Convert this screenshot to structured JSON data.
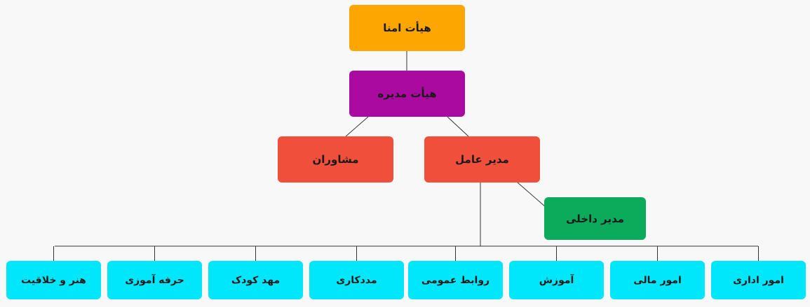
{
  "colors": {
    "trustees": "#fda500",
    "board": "#ab0aa0",
    "executive": "#ef4f3b",
    "internal": "#0bab5b",
    "department": "#00e6fb",
    "line": "#333333"
  },
  "nodes": {
    "trustees": "هیأت امنا",
    "board": "هیأت مدیره",
    "advisors": "مشاوران",
    "ceo": "مدیر عامل",
    "internal_manager": "مدیر داخلی"
  },
  "departments": [
    "امور اداری",
    "امور مالی",
    "آموزش",
    "روابط عمومی",
    "مددکاری",
    "مهد کودک",
    "حرفه آموزی",
    "هنر و خلاقیت"
  ]
}
